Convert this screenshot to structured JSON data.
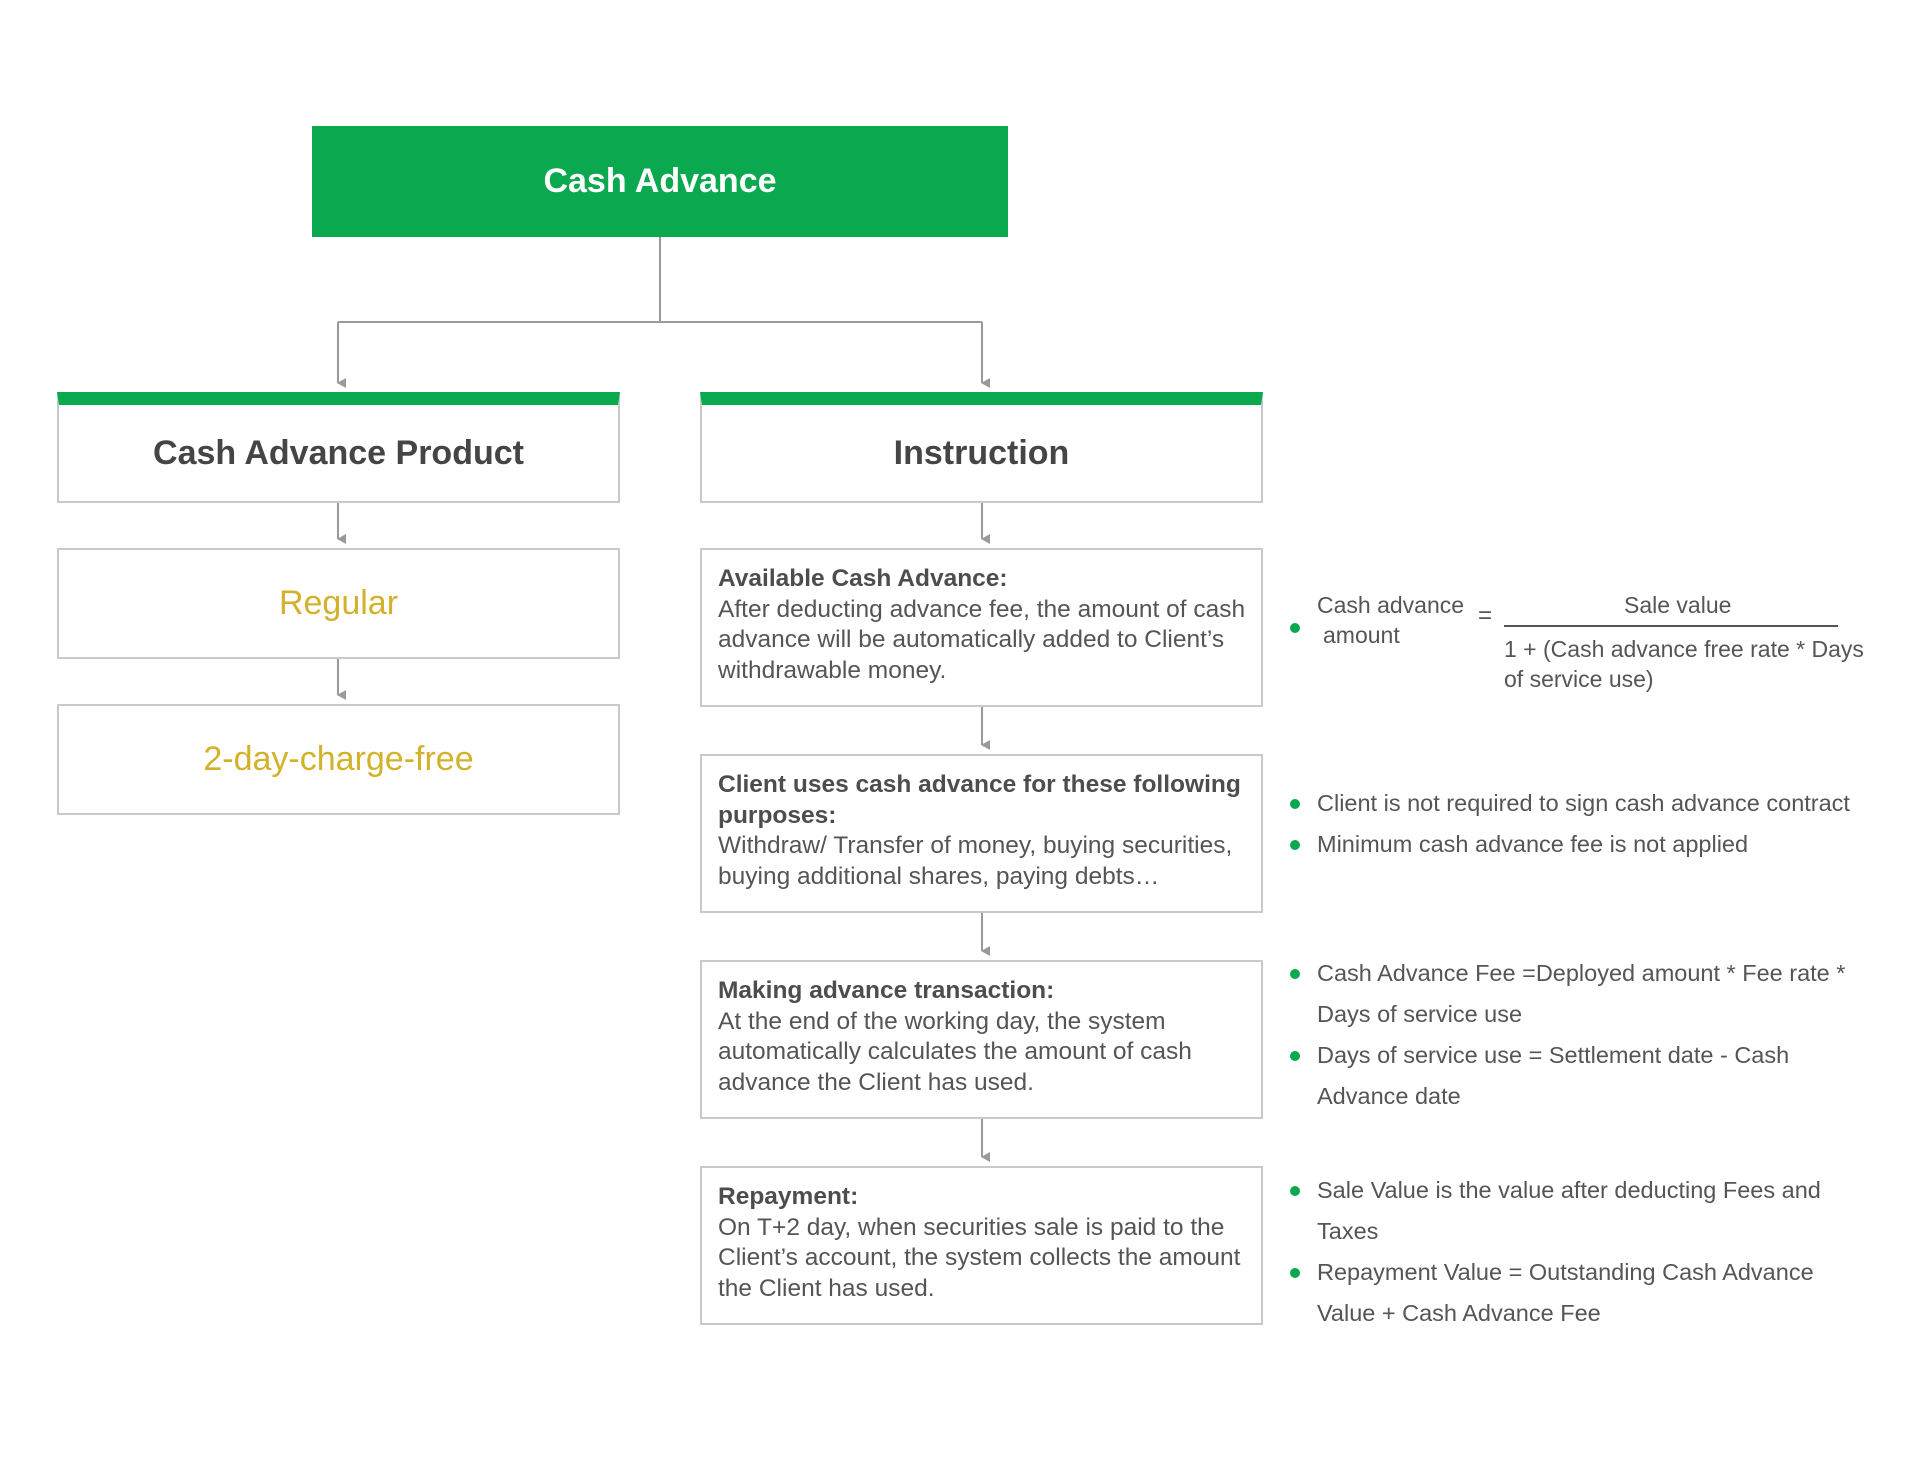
{
  "title": "Cash Advance",
  "colors": {
    "accent": "#0aa84f",
    "variant_text": "#d4b12a",
    "border": "#c9c9c9",
    "connector": "#9a9a9a"
  },
  "left_column": {
    "header": "Cash Advance Product",
    "variants": [
      "Regular",
      "2-day-charge-free"
    ]
  },
  "right_column": {
    "header": "Instruction",
    "steps": [
      {
        "heading": "Available Cash Advance:",
        "body": "After deducting advance fee, the amount of cash advance will be automatically added to Client’s withdrawable money."
      },
      {
        "heading": "Client uses cash advance for these following purposes:",
        "body": "Withdraw/ Transfer of money, buying securities, buying additional shares, paying debts…"
      },
      {
        "heading": "Making advance transaction:",
        "body": "At the end of the working day, the system automatically calculates the amount of cash advance the Client has used."
      },
      {
        "heading": "Repayment:",
        "body": "On T+2 day, when securities sale is paid to the Client’s account, the system collects the amount the Client has used."
      }
    ]
  },
  "formula": {
    "lhs_line1": "Cash advance",
    "lhs_line2": "amount",
    "equals": "=",
    "numerator": "Sale value",
    "denominator_line1": "1 + (Cash advance free rate * Days",
    "denominator_line2": "of service use)"
  },
  "notes": {
    "step2": [
      "Client is not required to sign cash advance contract",
      "Minimum cash advance fee is not applied"
    ],
    "step3": [
      {
        "line1": "Cash Advance Fee =Deployed amount * Fee rate *",
        "line2": "Days of service use"
      },
      {
        "line1": "Days of service use = Settlement date - Cash",
        "line2": "Advance date"
      }
    ],
    "step4": [
      {
        "line1": "Sale Value is the value after deducting Fees and",
        "line2": "Taxes"
      },
      {
        "line1": "Repayment Value = Outstanding Cash Advance",
        "line2": "Value + Cash Advance Fee"
      }
    ]
  }
}
